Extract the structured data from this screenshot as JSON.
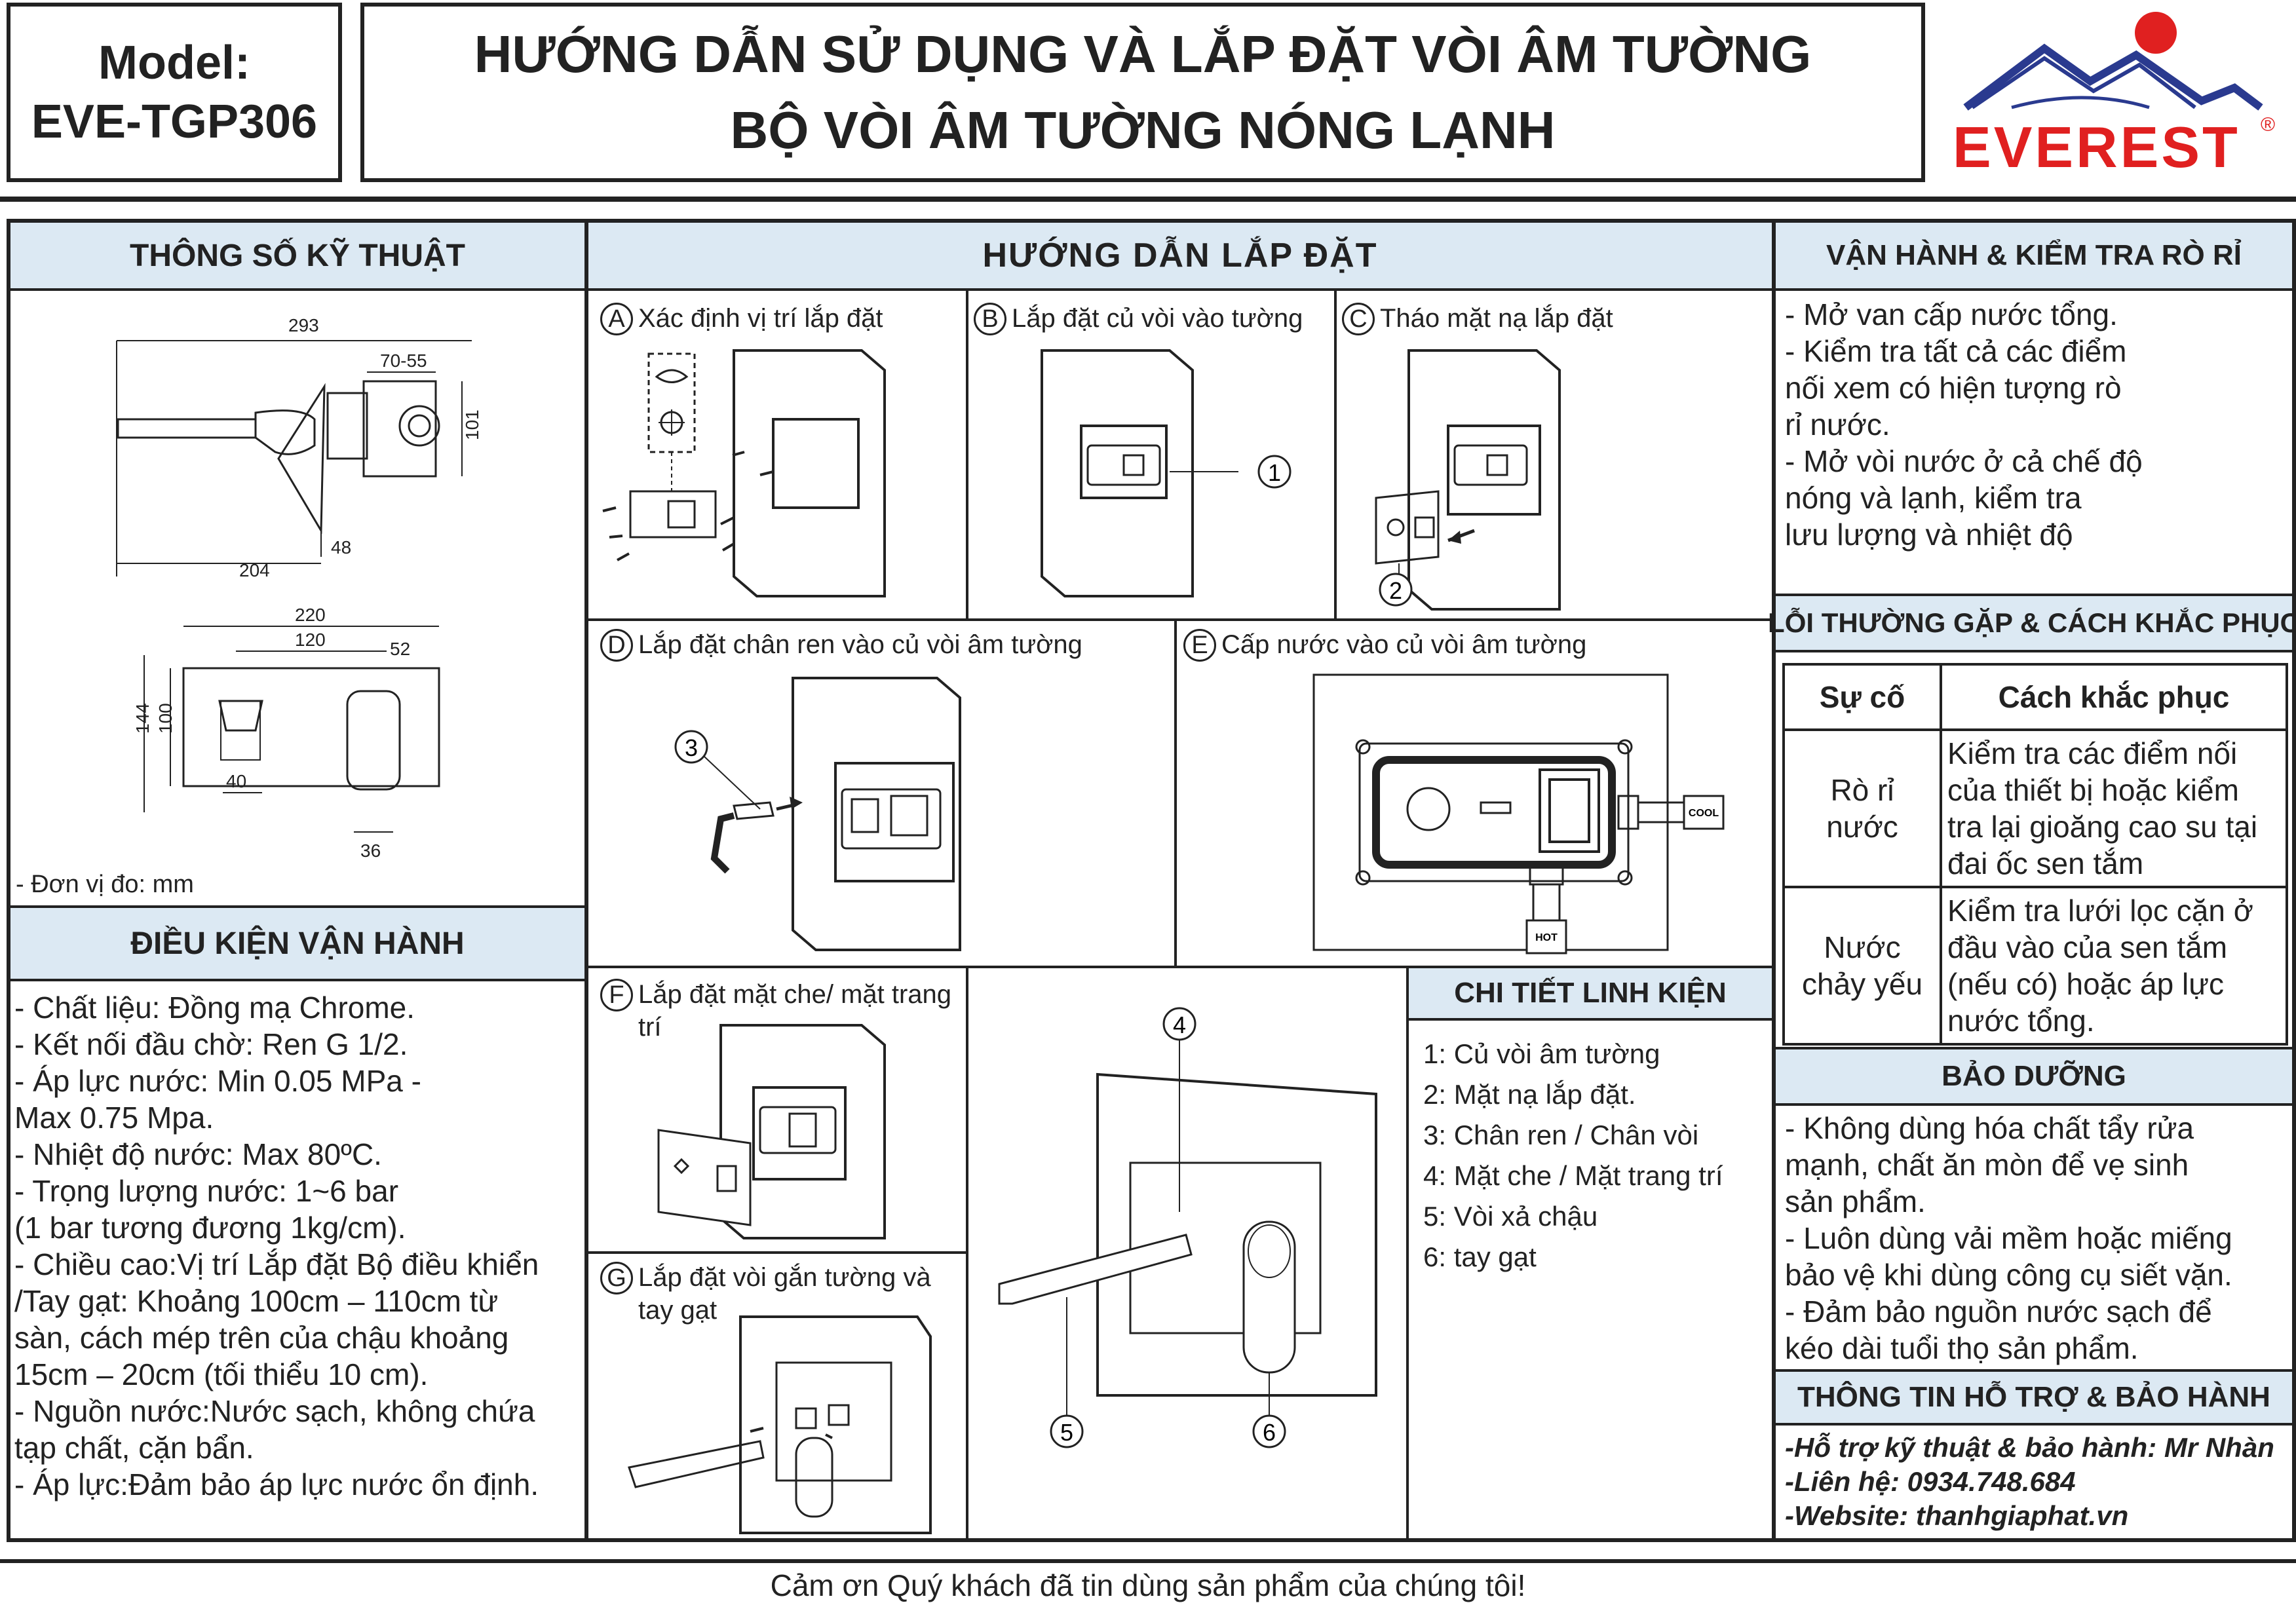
{
  "header": {
    "model_label": "Model:",
    "model_code": "EVE-TGP306",
    "title_line1": "HƯỚNG DẪN SỬ DỤNG VÀ LẮP ĐẶT VÒI ÂM TƯỜNG",
    "title_line2": "BỘ VÒI ÂM TƯỜNG NÓNG LẠNH",
    "brand": "EVEREST",
    "registered": "®"
  },
  "specs": {
    "title": "THÔNG SỐ KỸ THUẬT",
    "dims_top": [
      "293",
      "70-55",
      "101",
      "48",
      "204"
    ],
    "dims_bottom": [
      "220",
      "120",
      "52",
      "100",
      "144",
      "40",
      "36"
    ],
    "unit_note": "- Đơn vị đo: mm"
  },
  "conditions": {
    "title": "ĐIỀU KIỆN VẬN HÀNH",
    "lines": [
      "- Chất liệu: Đồng mạ Chrome.",
      "- Kết nối đầu chờ: Ren G 1/2.",
      "- Áp lực nước: Min 0.05 MPa -",
      "Max 0.75 Mpa.",
      "- Nhiệt độ nước: Max 80ºC.",
      "- Trọng lượng nước: 1~6 bar",
      "(1 bar tương đương 1kg/cm).",
      "- Chiều cao:Vị trí Lắp đặt Bộ điều khiển",
      "/Tay gạt: Khoảng 100cm – 110cm từ",
      "sàn, cách mép trên của chậu khoảng",
      "15cm – 20cm (tối thiểu 10 cm).",
      "- Nguồn nước:Nước sạch, không chứa",
      "tạp chất, cặn bẩn.",
      "- Áp lực:Đảm bảo áp lực nước ổn định."
    ]
  },
  "install": {
    "title": "HƯỚNG DẪN LẮP ĐẶT",
    "steps": {
      "A": {
        "letter": "A",
        "text": "Xác định vị trí lắp đặt"
      },
      "B": {
        "letter": "B",
        "text": "Lắp đặt củ vòi vào tường"
      },
      "C": {
        "letter": "C",
        "text": "Tháo mặt nạ lắp đặt"
      },
      "D": {
        "letter": "D",
        "text": "Lắp đặt chân ren vào củ vòi âm tường"
      },
      "E": {
        "letter": "E",
        "text": "Cấp nước vào củ vòi âm tường"
      },
      "F": {
        "letter": "F",
        "text1": "Lắp đặt mặt che/ mặt trang",
        "text2": "trí"
      },
      "G": {
        "letter": "G",
        "text1": "Lắp đặt vòi gắn tường và",
        "text2": "tay gạt"
      }
    },
    "labels": {
      "n1": "1",
      "n2": "2",
      "n3": "3",
      "n4": "4",
      "n5": "5",
      "n6": "6",
      "cool": "COOL",
      "hot": "HOT"
    }
  },
  "parts": {
    "title": "CHI TIẾT LINH KIỆN",
    "items": [
      "1: Củ vòi âm tường",
      "2: Mặt nạ lắp đặt.",
      "3: Chân ren / Chân vòi",
      "4: Mặt che / Mặt trang trí",
      "5: Vòi xả chậu",
      "6: tay gạt"
    ]
  },
  "operation": {
    "title": "VẬN HÀNH & KIỂM TRA RÒ RỈ",
    "lines": [
      "- Mở van cấp nước tổng.",
      "- Kiểm tra tất cả các điểm",
      "nối xem có hiện tượng rò",
      "rỉ nước.",
      "- Mở vòi nước ở cả chế độ",
      "nóng và lạnh, kiểm tra",
      "lưu lượng và nhiệt độ"
    ]
  },
  "faults": {
    "title": "LỖI THƯỜNG GẶP & CÁCH KHẮC PHỤC",
    "col1": "Sự cố",
    "col2": "Cách khắc phục",
    "rows": [
      {
        "issue1": "Rò rỉ",
        "issue2": "nước",
        "fix": [
          "Kiểm tra các điểm nối",
          "của thiết bị hoặc kiểm",
          "tra lại gioăng cao su tại",
          "đai ốc sen tắm"
        ]
      },
      {
        "issue1": "Nước",
        "issue2": "chảy yếu",
        "fix": [
          "Kiểm tra lưới lọc cặn ở",
          "đầu vào của sen tắm",
          "(nếu có) hoặc áp lực",
          "nước tổng."
        ]
      }
    ]
  },
  "maintenance": {
    "title": "BẢO DƯỠNG",
    "lines": [
      "- Không dùng hóa chất tẩy rửa",
      "mạnh, chất ăn mòn để vẹ sinh",
      "sản phẩm.",
      "- Luôn dùng vải mềm hoặc miếng",
      "bảo vệ khi dùng công cụ siết vặn.",
      "- Đảm bảo nguồn nước sạch để",
      "kéo dài tuổi thọ sản phẩm."
    ]
  },
  "support": {
    "title": "THÔNG TIN HỖ TRỢ & BẢO HÀNH",
    "lines": [
      "-Hỗ trợ kỹ thuật & bảo hành: Mr Nhàn",
      "-Liên hệ: 0934.748.684",
      "-Website: thanhgiaphat.vn"
    ]
  },
  "footer": {
    "thanks": "Cảm ơn Quý khách đã tin dùng sản phẩm của chúng tôi!"
  },
  "colors": {
    "header_bg": "#dce9f3",
    "brand_red": "#e02020",
    "brand_blue": "#2a3a8f"
  }
}
